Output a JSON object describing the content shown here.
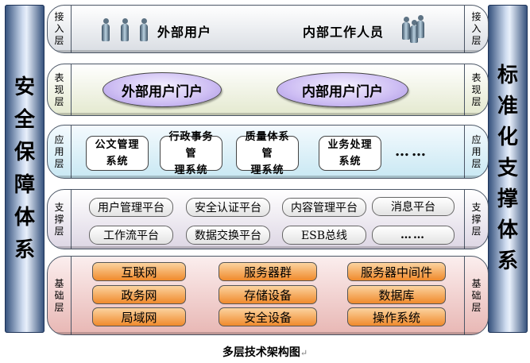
{
  "left_pillar": {
    "chars": [
      "安",
      "全",
      "保",
      "障",
      "体",
      "系"
    ]
  },
  "right_pillar": {
    "chars": [
      "标",
      "准",
      "化",
      "支",
      "撑",
      "体",
      "系"
    ]
  },
  "access_layer": {
    "label": [
      "接",
      "入",
      "层"
    ],
    "external_users": "外部用户",
    "internal_staff": "内部工作人员"
  },
  "presentation_layer": {
    "label": [
      "表",
      "现",
      "层"
    ],
    "portals": [
      "外部用户门户",
      "内部用户门户"
    ]
  },
  "application_layer": {
    "label": [
      "应",
      "用",
      "层"
    ],
    "systems": [
      [
        "公文管理",
        "系统"
      ],
      [
        "行政事务管",
        "理系统"
      ],
      [
        "质量体系管",
        "理系统"
      ],
      [
        "业务处理",
        "系统"
      ]
    ],
    "more": "……"
  },
  "support_layer": {
    "label": [
      "支",
      "撑",
      "层"
    ],
    "platforms_row1": [
      "用户管理平台",
      "安全认证平台",
      "内容管理平台",
      "消息平台"
    ],
    "platforms_row2": [
      "工作流平台",
      "数据交换平台",
      "ESB总线",
      "……"
    ]
  },
  "foundation_layer": {
    "label": [
      "基",
      "础",
      "层"
    ],
    "col1": [
      "互联网",
      "政务网",
      "局域网"
    ],
    "col2": [
      "服务器群",
      "存储设备",
      "安全设备"
    ],
    "col3": [
      "服务器中间件",
      "数据库",
      "操作系统"
    ]
  },
  "caption": "多层技术架构图",
  "caption_mark": "↵",
  "colors": {
    "pillar": "#2f4c78",
    "portal": "#cdbdf3",
    "foundation_button": "#f08a2c"
  }
}
